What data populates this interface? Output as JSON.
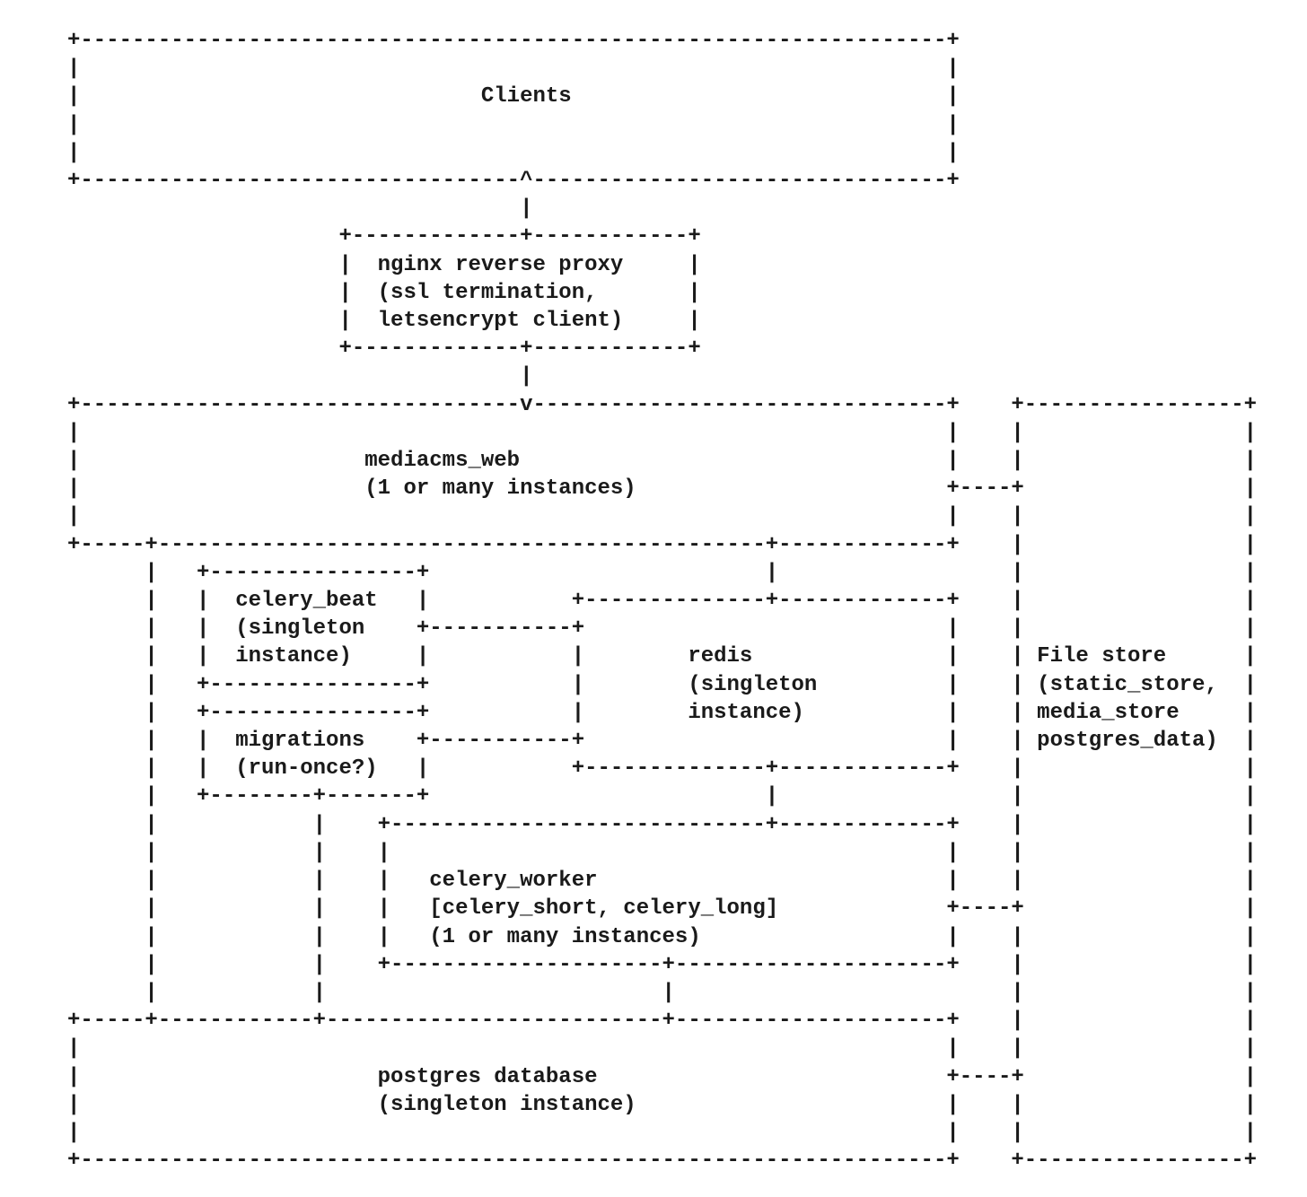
{
  "diagram": {
    "title": "MediaCMS deployment architecture (ASCII diagram)",
    "background": "#ffffff",
    "ink": "#1a1a1a",
    "width": 92,
    "nodes": [
      {
        "label": "Clients"
      },
      {
        "label": "nginx reverse proxy (ssl termination, letsencrypt client)"
      },
      {
        "label": "mediacms_web (1 or many instances)"
      },
      {
        "label": "celery_beat (singleton instance)"
      },
      {
        "label": "migrations (run-once?)"
      },
      {
        "label": "redis (singleton instance)"
      },
      {
        "label": "celery_worker [celery_short, celery_long] (1 or many instances)"
      },
      {
        "label": "postgres database (singleton instance)"
      },
      {
        "label": "File store (static_store, media_store postgres_data)"
      }
    ],
    "rows": [
      [
        [
          0,
          "+"
        ],
        [
          1,
          "-",
          67
        ],
        [
          68,
          "+"
        ]
      ],
      [
        [
          0,
          "|"
        ],
        [
          68,
          "|"
        ]
      ],
      [
        [
          0,
          "|"
        ],
        [
          32,
          "Clients"
        ],
        [
          68,
          "|"
        ]
      ],
      [
        [
          0,
          "|"
        ],
        [
          68,
          "|"
        ]
      ],
      [
        [
          0,
          "|"
        ],
        [
          68,
          "|"
        ]
      ],
      [
        [
          0,
          "+"
        ],
        [
          1,
          "-",
          34
        ],
        [
          35,
          "^"
        ],
        [
          36,
          "-",
          32
        ],
        [
          68,
          "+"
        ]
      ],
      [
        [
          35,
          "|"
        ]
      ],
      [
        [
          21,
          "+"
        ],
        [
          22,
          "-",
          13
        ],
        [
          35,
          "+"
        ],
        [
          36,
          "-",
          12
        ],
        [
          48,
          "+"
        ]
      ],
      [
        [
          21,
          "|"
        ],
        [
          24,
          "nginx reverse proxy"
        ],
        [
          48,
          "|"
        ]
      ],
      [
        [
          21,
          "|"
        ],
        [
          24,
          "(ssl termination,"
        ],
        [
          48,
          "|"
        ]
      ],
      [
        [
          21,
          "|"
        ],
        [
          24,
          "letsencrypt client)"
        ],
        [
          48,
          "|"
        ]
      ],
      [
        [
          21,
          "+"
        ],
        [
          22,
          "-",
          13
        ],
        [
          35,
          "+"
        ],
        [
          36,
          "-",
          12
        ],
        [
          48,
          "+"
        ]
      ],
      [
        [
          35,
          "|"
        ]
      ],
      [
        [
          0,
          "+"
        ],
        [
          1,
          "-",
          34
        ],
        [
          35,
          "v"
        ],
        [
          36,
          "-",
          32
        ],
        [
          68,
          "+"
        ],
        [
          73,
          "+"
        ],
        [
          74,
          "-",
          17
        ],
        [
          91,
          "+"
        ]
      ],
      [
        [
          0,
          "|"
        ],
        [
          68,
          "|"
        ],
        [
          73,
          "|"
        ],
        [
          91,
          "|"
        ]
      ],
      [
        [
          0,
          "|"
        ],
        [
          23,
          "mediacms_web"
        ],
        [
          68,
          "|"
        ],
        [
          73,
          "|"
        ],
        [
          91,
          "|"
        ]
      ],
      [
        [
          0,
          "|"
        ],
        [
          23,
          "(1 or many instances)"
        ],
        [
          68,
          "+"
        ],
        [
          69,
          "-",
          4
        ],
        [
          73,
          "+"
        ],
        [
          91,
          "|"
        ]
      ],
      [
        [
          0,
          "|"
        ],
        [
          68,
          "|"
        ],
        [
          73,
          "|"
        ],
        [
          91,
          "|"
        ]
      ],
      [
        [
          0,
          "+"
        ],
        [
          1,
          "-",
          5
        ],
        [
          6,
          "+"
        ],
        [
          7,
          "-",
          47
        ],
        [
          54,
          "+"
        ],
        [
          55,
          "-",
          13
        ],
        [
          68,
          "+"
        ],
        [
          73,
          "|"
        ],
        [
          91,
          "|"
        ]
      ],
      [
        [
          6,
          "|"
        ],
        [
          10,
          "+"
        ],
        [
          11,
          "-",
          16
        ],
        [
          27,
          "+"
        ],
        [
          54,
          "|"
        ],
        [
          73,
          "|"
        ],
        [
          91,
          "|"
        ]
      ],
      [
        [
          6,
          "|"
        ],
        [
          10,
          "|"
        ],
        [
          13,
          "celery_beat"
        ],
        [
          27,
          "|"
        ],
        [
          39,
          "+"
        ],
        [
          40,
          "-",
          14
        ],
        [
          54,
          "+"
        ],
        [
          55,
          "-",
          13
        ],
        [
          68,
          "+"
        ],
        [
          73,
          "|"
        ],
        [
          91,
          "|"
        ]
      ],
      [
        [
          6,
          "|"
        ],
        [
          10,
          "|"
        ],
        [
          13,
          "(singleton"
        ],
        [
          27,
          "+"
        ],
        [
          28,
          "-",
          11
        ],
        [
          39,
          "+"
        ],
        [
          68,
          "|"
        ],
        [
          73,
          "|"
        ],
        [
          91,
          "|"
        ]
      ],
      [
        [
          6,
          "|"
        ],
        [
          10,
          "|"
        ],
        [
          13,
          "instance)"
        ],
        [
          27,
          "|"
        ],
        [
          39,
          "|"
        ],
        [
          48,
          "redis"
        ],
        [
          68,
          "|"
        ],
        [
          73,
          "|"
        ],
        [
          75,
          "File store"
        ],
        [
          91,
          "|"
        ]
      ],
      [
        [
          6,
          "|"
        ],
        [
          10,
          "+"
        ],
        [
          11,
          "-",
          16
        ],
        [
          27,
          "+"
        ],
        [
          39,
          "|"
        ],
        [
          48,
          "(singleton"
        ],
        [
          68,
          "|"
        ],
        [
          73,
          "|"
        ],
        [
          75,
          "(static_store,"
        ],
        [
          91,
          "|"
        ]
      ],
      [
        [
          6,
          "|"
        ],
        [
          10,
          "+"
        ],
        [
          11,
          "-",
          16
        ],
        [
          27,
          "+"
        ],
        [
          39,
          "|"
        ],
        [
          48,
          "instance)"
        ],
        [
          68,
          "|"
        ],
        [
          73,
          "|"
        ],
        [
          75,
          "media_store"
        ],
        [
          91,
          "|"
        ]
      ],
      [
        [
          6,
          "|"
        ],
        [
          10,
          "|"
        ],
        [
          13,
          "migrations"
        ],
        [
          27,
          "+"
        ],
        [
          28,
          "-",
          11
        ],
        [
          39,
          "+"
        ],
        [
          68,
          "|"
        ],
        [
          73,
          "|"
        ],
        [
          75,
          "postgres_data)"
        ],
        [
          91,
          "|"
        ]
      ],
      [
        [
          6,
          "|"
        ],
        [
          10,
          "|"
        ],
        [
          13,
          "(run-once?)"
        ],
        [
          27,
          "|"
        ],
        [
          39,
          "+"
        ],
        [
          40,
          "-",
          14
        ],
        [
          54,
          "+"
        ],
        [
          55,
          "-",
          13
        ],
        [
          68,
          "+"
        ],
        [
          73,
          "|"
        ],
        [
          91,
          "|"
        ]
      ],
      [
        [
          6,
          "|"
        ],
        [
          10,
          "+"
        ],
        [
          11,
          "-",
          8
        ],
        [
          19,
          "+"
        ],
        [
          20,
          "-",
          7
        ],
        [
          27,
          "+"
        ],
        [
          54,
          "|"
        ],
        [
          73,
          "|"
        ],
        [
          91,
          "|"
        ]
      ],
      [
        [
          6,
          "|"
        ],
        [
          19,
          "|"
        ],
        [
          24,
          "+"
        ],
        [
          25,
          "-",
          29
        ],
        [
          54,
          "+"
        ],
        [
          55,
          "-",
          13
        ],
        [
          68,
          "+"
        ],
        [
          73,
          "|"
        ],
        [
          91,
          "|"
        ]
      ],
      [
        [
          6,
          "|"
        ],
        [
          19,
          "|"
        ],
        [
          24,
          "|"
        ],
        [
          68,
          "|"
        ],
        [
          73,
          "|"
        ],
        [
          91,
          "|"
        ]
      ],
      [
        [
          6,
          "|"
        ],
        [
          19,
          "|"
        ],
        [
          24,
          "|"
        ],
        [
          28,
          "celery_worker"
        ],
        [
          68,
          "|"
        ],
        [
          73,
          "|"
        ],
        [
          91,
          "|"
        ]
      ],
      [
        [
          6,
          "|"
        ],
        [
          19,
          "|"
        ],
        [
          24,
          "|"
        ],
        [
          28,
          "[celery_short, celery_long]"
        ],
        [
          68,
          "+"
        ],
        [
          69,
          "-",
          4
        ],
        [
          73,
          "+"
        ],
        [
          91,
          "|"
        ]
      ],
      [
        [
          6,
          "|"
        ],
        [
          19,
          "|"
        ],
        [
          24,
          "|"
        ],
        [
          28,
          "(1 or many instances)"
        ],
        [
          68,
          "|"
        ],
        [
          73,
          "|"
        ],
        [
          91,
          "|"
        ]
      ],
      [
        [
          6,
          "|"
        ],
        [
          19,
          "|"
        ],
        [
          24,
          "+"
        ],
        [
          25,
          "-",
          21
        ],
        [
          46,
          "+"
        ],
        [
          47,
          "-",
          21
        ],
        [
          68,
          "+"
        ],
        [
          73,
          "|"
        ],
        [
          91,
          "|"
        ]
      ],
      [
        [
          6,
          "|"
        ],
        [
          19,
          "|"
        ],
        [
          46,
          "|"
        ],
        [
          73,
          "|"
        ],
        [
          91,
          "|"
        ]
      ],
      [
        [
          0,
          "+"
        ],
        [
          1,
          "-",
          5
        ],
        [
          6,
          "+"
        ],
        [
          7,
          "-",
          12
        ],
        [
          19,
          "+"
        ],
        [
          20,
          "-",
          26
        ],
        [
          46,
          "+"
        ],
        [
          47,
          "-",
          21
        ],
        [
          68,
          "+"
        ],
        [
          73,
          "|"
        ],
        [
          91,
          "|"
        ]
      ],
      [
        [
          0,
          "|"
        ],
        [
          68,
          "|"
        ],
        [
          73,
          "|"
        ],
        [
          91,
          "|"
        ]
      ],
      [
        [
          0,
          "|"
        ],
        [
          24,
          "postgres database"
        ],
        [
          68,
          "+"
        ],
        [
          69,
          "-",
          4
        ],
        [
          73,
          "+"
        ],
        [
          91,
          "|"
        ]
      ],
      [
        [
          0,
          "|"
        ],
        [
          24,
          "(singleton instance)"
        ],
        [
          68,
          "|"
        ],
        [
          73,
          "|"
        ],
        [
          91,
          "|"
        ]
      ],
      [
        [
          0,
          "|"
        ],
        [
          68,
          "|"
        ],
        [
          73,
          "|"
        ],
        [
          91,
          "|"
        ]
      ],
      [
        [
          0,
          "+"
        ],
        [
          1,
          "-",
          67
        ],
        [
          68,
          "+"
        ],
        [
          73,
          "+"
        ],
        [
          74,
          "-",
          17
        ],
        [
          91,
          "+"
        ]
      ]
    ]
  }
}
